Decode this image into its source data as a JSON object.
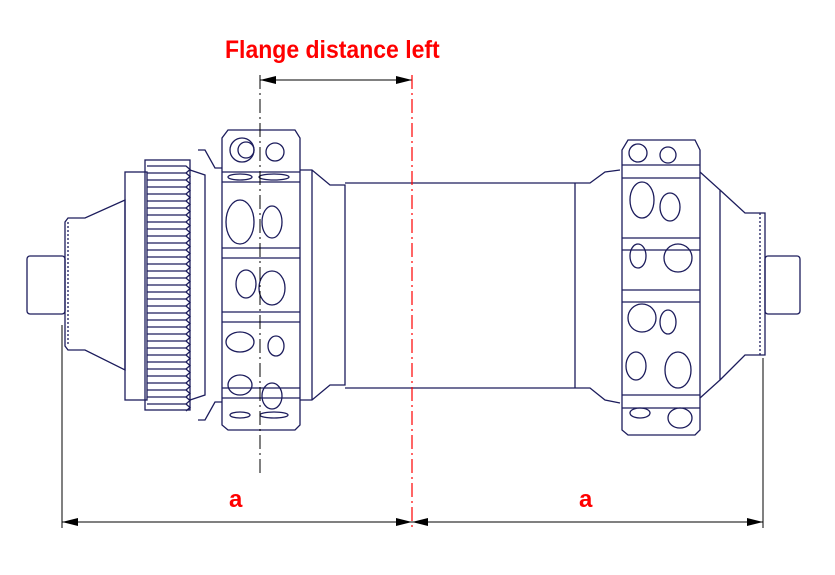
{
  "labels": {
    "title": "Flange distance left",
    "dim_left": "a",
    "dim_right": "a"
  },
  "colors": {
    "drawing": "#1c1c5c",
    "dimension_text": "#ff0000",
    "centerline": "#ff0000"
  }
}
